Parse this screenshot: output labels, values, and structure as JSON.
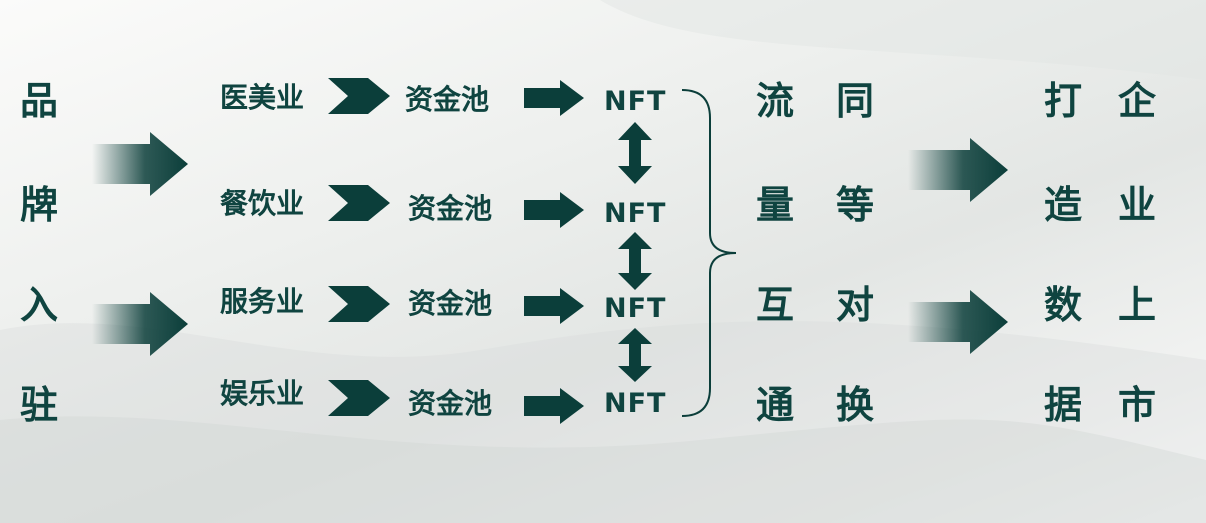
{
  "left_label": [
    "品",
    "牌",
    "入",
    "驻"
  ],
  "rows": [
    {
      "industry": "医美业",
      "pool": "资金池",
      "nft": "NFT"
    },
    {
      "industry": "餐饮业",
      "pool": "资金池",
      "nft": "NFT"
    },
    {
      "industry": "服务业",
      "pool": "资金池",
      "nft": "NFT"
    },
    {
      "industry": "娱乐业",
      "pool": "资金池",
      "nft": "NFT"
    }
  ],
  "middle_col1": [
    "流",
    "量",
    "互",
    "通"
  ],
  "middle_col2": [
    "同",
    "等",
    "对",
    "换"
  ],
  "right_col1": [
    "打",
    "造",
    "数",
    "据"
  ],
  "right_col2": [
    "企",
    "业",
    "上",
    "市"
  ],
  "colors": {
    "text": "#0f4440",
    "arrow": "#0b3e3a",
    "bracket": "#0b3e3a"
  }
}
